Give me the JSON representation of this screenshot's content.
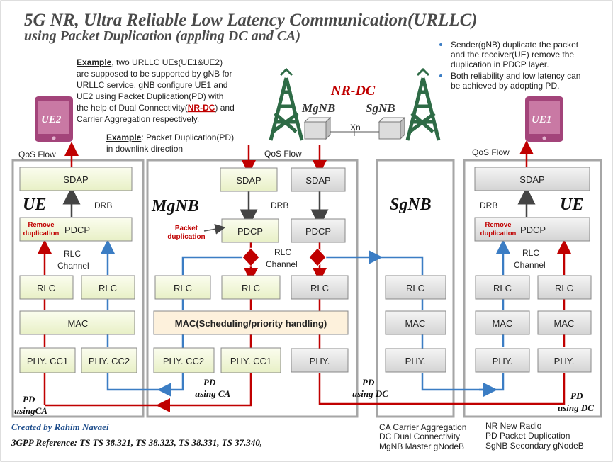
{
  "title_line1": "5G NR, Ultra Reliable Low Latency Communication(URLLC)",
  "title_line2": "using Packet Duplication (appling DC and CA)",
  "example": {
    "bold_label": "Example",
    "line1": ", two URLLC UEs(UE1&UE2)",
    "line2": "are supposed to be supported by gNB for",
    "line3": "URLLC service. gNB configure UE1 and",
    "line4": "UE2 using Packet Duplication(PD) with",
    "line5a": "the help of Dual Connectivity(",
    "line5_nrdc": "NR-DC",
    "line5b": ") and",
    "line6": "Carrier Aggregation respectively."
  },
  "example2": {
    "bold_label": "Example",
    "line1": ": Packet Duplication(PD)",
    "line2": "in downlink direction"
  },
  "bullets": [
    [
      "Sender(gNB) duplicate the packet",
      "and the receiver(UE) remove the",
      "duplication in PDCP layer."
    ],
    [
      "Both reliability and low latency can",
      "be achieved by adopting PD."
    ]
  ],
  "nrdc_label": "NR-DC",
  "mgnb_tower_label": "MgNB",
  "sgnb_tower_label": "SgNB",
  "xn_label": "Xn",
  "ue2_label": "UE2",
  "ue1_label": "UE1",
  "qos_flow": "QoS Flow",
  "panels": {
    "ue_left": "UE",
    "mgnb": "MgNB",
    "sgnb": "SgNB",
    "ue_right": "UE"
  },
  "drb": "DRB",
  "rlc_channel_1": "RLC",
  "rlc_channel_2": "Channel",
  "boxes": {
    "sdap": "SDAP",
    "pdcp": "PDCP",
    "rlc": "RLC",
    "mac": "MAC",
    "mac_sched": "MAC(Scheduling/priority handling)",
    "phy_cc1": "PHY. CC1",
    "phy_cc2": "PHY. CC2",
    "phy": "PHY."
  },
  "remove_dup_1": "Remove",
  "remove_dup_2": "duplication",
  "packet_dup_1": "Packet",
  "packet_dup_2": "duplication",
  "pd_using_ca_left_1": "PD",
  "pd_using_ca_left_2": "usingCA",
  "pd_using_ca_mid_1": "PD",
  "pd_using_ca_mid_2": "using CA",
  "pd_using_dc_mid_1": "PD",
  "pd_using_dc_mid_2": "using DC",
  "pd_using_dc_right_1": "PD",
  "pd_using_dc_right_2": "using DC",
  "created_by": "Created by Rahim Navaei",
  "reference": "3GPP Reference: TS TS 38.321, TS 38.323, TS 38.331, TS 37.340,",
  "glossary_left": [
    "CA Carrier Aggregation",
    "DC Dual Connectivity",
    "MgNB Master gNodeB"
  ],
  "glossary_right": [
    "NR New Radio",
    "PD Packet Duplication",
    "SgNB Secondary gNodeB"
  ],
  "colors": {
    "red_path": "#c00000",
    "blue_path": "#3b7dc4",
    "green_box": "#f2f7d9",
    "gray_box": "#e6e6e6",
    "mac_sched_box": "#fdf1dc",
    "tower": "#2e6b46",
    "ue_device": "#a3447a"
  }
}
